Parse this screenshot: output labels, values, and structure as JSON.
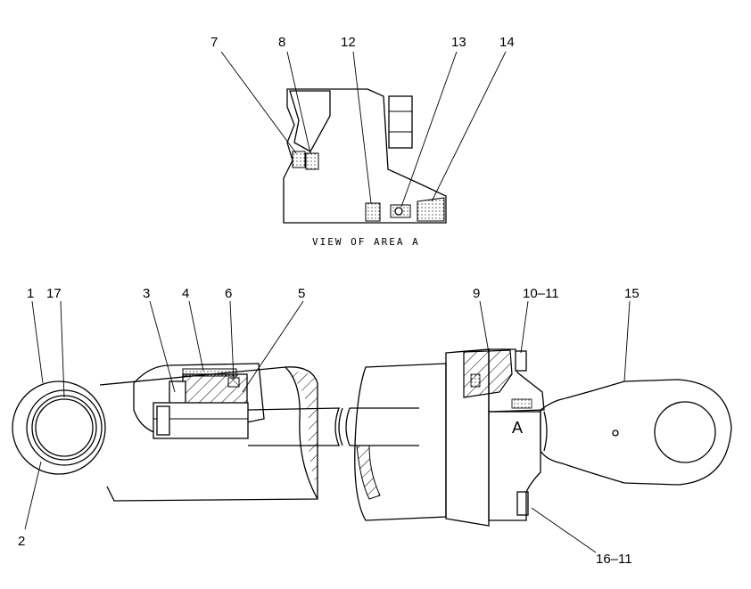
{
  "caption": "VIEW OF AREA A",
  "area_marker": "A",
  "callouts": {
    "c1": "1",
    "c2": "2",
    "c3": "3",
    "c4": "4",
    "c5": "5",
    "c6": "6",
    "c7": "7",
    "c8": "8",
    "c9": "9",
    "c10_11": "10–11",
    "c12": "12",
    "c13": "13",
    "c14": "14",
    "c15": "15",
    "c16_11": "16–11",
    "c17": "17"
  },
  "colors": {
    "ink": "#000000",
    "background": "#ffffff"
  }
}
